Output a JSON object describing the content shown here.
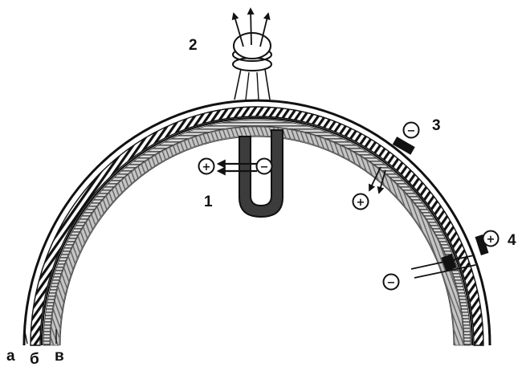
{
  "labels": {
    "site_1": "1",
    "site_2": "2",
    "site_3": "3",
    "site_4": "4",
    "layer_a": "а",
    "layer_b": "б",
    "layer_v": "в"
  },
  "charges": {
    "plus": "+",
    "minus": "−"
  },
  "colors": {
    "ink": "#111111",
    "paper": "#ffffff",
    "layer_shading": "#5a5a5a"
  }
}
